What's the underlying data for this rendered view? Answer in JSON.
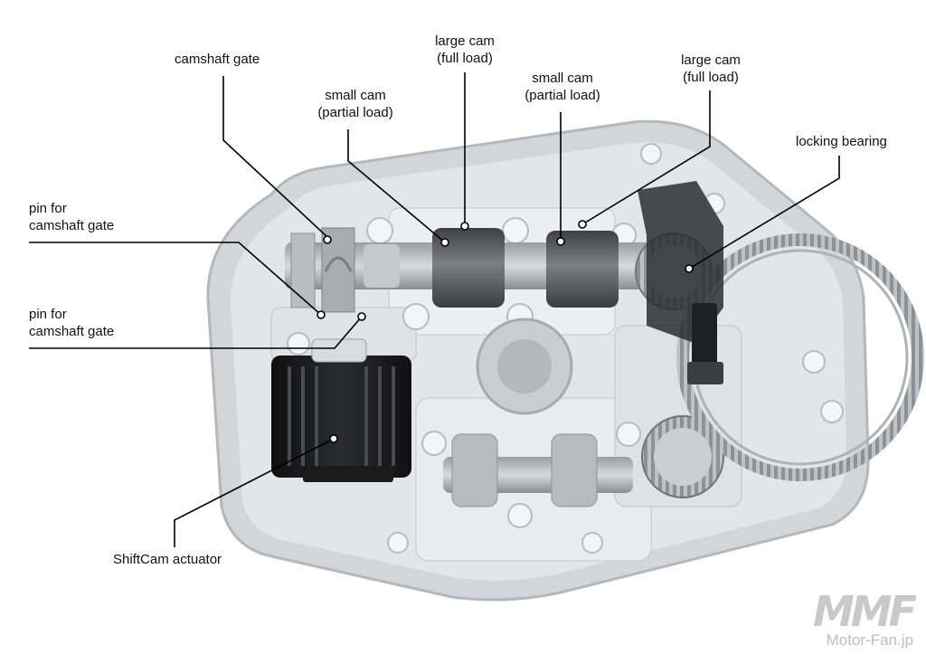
{
  "labels": {
    "camshaft_gate": "camshaft gate",
    "small_cam_1": [
      "small cam",
      "(partial load)"
    ],
    "large_cam_1": [
      "large cam",
      "(full load)"
    ],
    "small_cam_2": [
      "small cam",
      "(partial load)"
    ],
    "large_cam_2": [
      "large cam",
      "(full load)"
    ],
    "locking_bearing": "locking bearing",
    "pin_1": [
      "pin for",
      "camshaft gate"
    ],
    "pin_2": [
      "pin for",
      "camshaft gate"
    ],
    "actuator": "ShiftCam actuator"
  },
  "watermark": {
    "logo": "MMF",
    "site": "Motor-Fan.jp"
  },
  "colors": {
    "housing": "#cfd2d5",
    "casting": "#e6e8ea",
    "cam": "#5a5c5f",
    "actuator": "#1a1a1a",
    "leader": "#000000"
  }
}
